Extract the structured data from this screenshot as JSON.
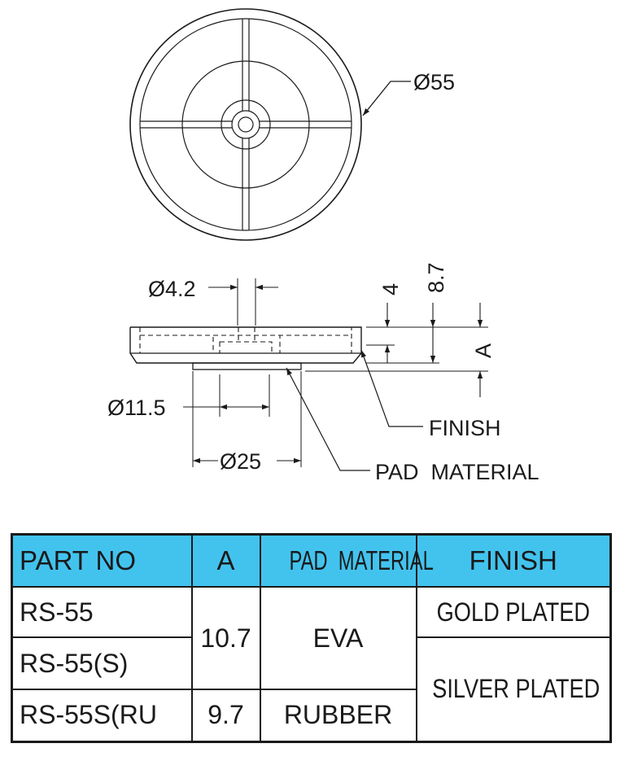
{
  "dimensions": {
    "outer_diameter": "Ø55",
    "hole_diameter": "Ø4.2",
    "boss_diameter": "Ø11.5",
    "pad_diameter": "Ø25",
    "height_small": "4",
    "height_total": "8.7",
    "height_a": "A"
  },
  "callouts": {
    "finish": "FINISH",
    "pad_material": "PAD  MATERIAL"
  },
  "table": {
    "headers": [
      "PART NO",
      "A",
      "PAD  MATERIAL",
      "FINISH"
    ],
    "rows": [
      {
        "part": "RS-55",
        "a": "10.7",
        "pad": "EVA",
        "finish": "GOLD PLATED"
      },
      {
        "part": "RS-55(S)",
        "finish": "SILVER PLATED"
      },
      {
        "part": "RS-55S(RU",
        "a": "9.7",
        "pad": "RUBBER"
      }
    ]
  },
  "colors": {
    "header_fill": "#42c3ee",
    "ink": "#1a1a1a"
  }
}
